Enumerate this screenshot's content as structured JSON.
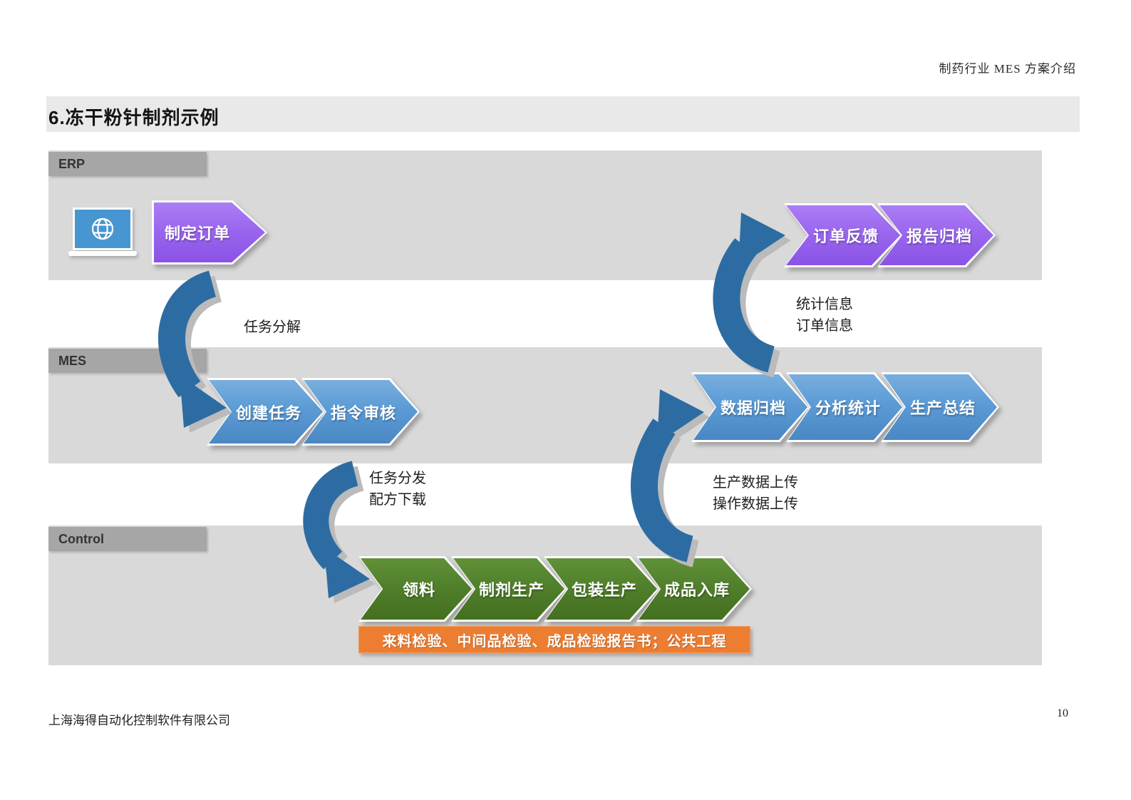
{
  "page": {
    "header": {
      "doc_title": "制药行业 MES 方案介绍"
    },
    "title": "6.冻干粉针制剂示例",
    "footer": {
      "company": "上海海得自动化控制软件有限公司",
      "page_number": "10"
    }
  },
  "lanes": {
    "erp": "ERP",
    "mes": "MES",
    "control": "Control"
  },
  "steps": {
    "erp_left": [
      "制定订单"
    ],
    "erp_right": [
      "订单反馈",
      "报告归档"
    ],
    "mes_left": [
      "创建任务",
      "指令审核"
    ],
    "mes_right": [
      "数据归档",
      "分析统计",
      "生产总结"
    ],
    "control": [
      "领料",
      "制剂生产",
      "包装生产",
      "成品入库"
    ]
  },
  "qa_bar": "来料检验、中间品检验、成品检验报告书；公共工程",
  "connectors": {
    "erp_to_mes": "任务分解",
    "mes_to_erp": [
      "统计信息",
      "订单信息"
    ],
    "mes_to_control": [
      "任务分发",
      "配方下载"
    ],
    "control_to_mes": [
      "生产数据上传",
      "操作数据上传"
    ]
  },
  "icons": {
    "laptop": "laptop-globe-icon"
  },
  "colors": {
    "purple": "#9a66ee",
    "process_blue": "#5b9bd5",
    "connector_blue": "#2d6ca3",
    "green": "#4e7c29",
    "orange": "#ed7d31",
    "band_gray": "#d9d9d9",
    "tab_gray": "#a6a6a6"
  }
}
